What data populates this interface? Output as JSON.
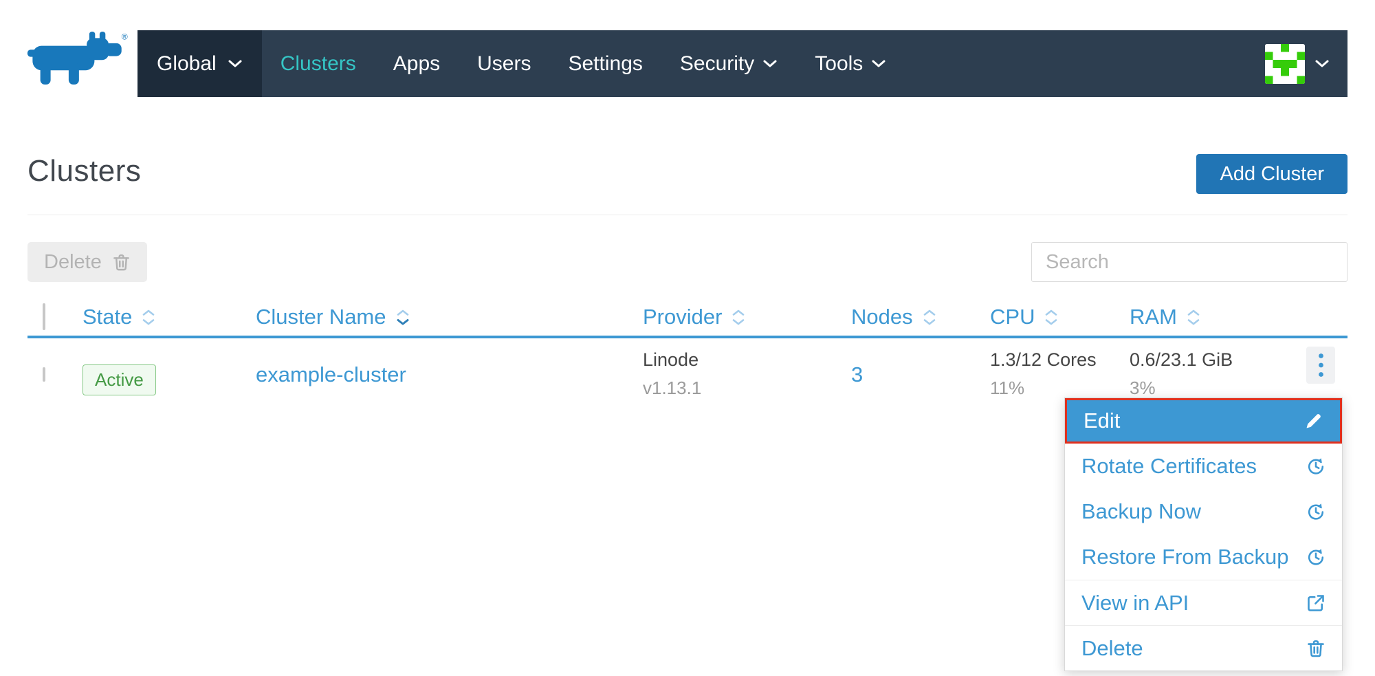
{
  "nav": {
    "global": {
      "label": "Global",
      "has_dropdown": true
    },
    "items": [
      {
        "label": "Clusters",
        "active": true,
        "has_dropdown": false
      },
      {
        "label": "Apps",
        "active": false,
        "has_dropdown": false
      },
      {
        "label": "Users",
        "active": false,
        "has_dropdown": false
      },
      {
        "label": "Settings",
        "active": false,
        "has_dropdown": false
      },
      {
        "label": "Security",
        "active": false,
        "has_dropdown": true
      },
      {
        "label": "Tools",
        "active": false,
        "has_dropdown": true
      }
    ],
    "logo_registered_mark": "®"
  },
  "page": {
    "title": "Clusters",
    "add_button_label": "Add Cluster"
  },
  "toolbar": {
    "delete_label": "Delete",
    "search_placeholder": "Search"
  },
  "table": {
    "columns": [
      {
        "label": "State",
        "sortable": true,
        "sorted": false
      },
      {
        "label": "Cluster Name",
        "sortable": true,
        "sorted": true
      },
      {
        "label": "Provider",
        "sortable": true,
        "sorted": false
      },
      {
        "label": "Nodes",
        "sortable": true,
        "sorted": false
      },
      {
        "label": "CPU",
        "sortable": true,
        "sorted": false
      },
      {
        "label": "RAM",
        "sortable": true,
        "sorted": false
      }
    ],
    "rows": [
      {
        "state": "Active",
        "name": "example-cluster",
        "provider": "Linode",
        "provider_version": "v1.13.1",
        "nodes": "3",
        "cpu": "1.3/12 Cores",
        "cpu_percent": "11%",
        "ram": "0.6/23.1 GiB",
        "ram_percent": "3%"
      }
    ]
  },
  "row_menu": {
    "items": [
      {
        "label": "Edit",
        "icon": "pencil-icon",
        "highlighted": true
      },
      {
        "label": "Rotate Certificates",
        "icon": "history-clock-icon",
        "highlighted": false
      },
      {
        "label": "Backup Now",
        "icon": "history-clock-icon",
        "highlighted": false
      },
      {
        "label": "Restore From Backup",
        "icon": "history-clock-icon",
        "highlighted": false
      },
      {
        "label": "View in API",
        "icon": "external-link-icon",
        "highlighted": false
      },
      {
        "label": "Delete",
        "icon": "trash-icon",
        "highlighted": false
      }
    ]
  },
  "annotation": {
    "type": "highlight-box",
    "target": "Edit",
    "color": "#e0301e"
  },
  "icons": {
    "nav_dropdown": "chevron-down",
    "sort": "double-caret-up-down",
    "toolbar_delete": "trash",
    "row_actions": "kebab-vertical-dots",
    "avatar": "green-identicon"
  },
  "colors": {
    "nav_background": "#2d3e50",
    "nav_global_background": "#1d2b3a",
    "nav_active_teal": "#35c5c5",
    "link_blue": "#3d98d3",
    "primary_button_blue": "#2175b5",
    "table_header_underline": "#3d98d3",
    "state_active_green": "#459a45",
    "state_active_background": "#f0faf0",
    "annotation_red": "#e0301e",
    "avatar_green": "#35cc0a",
    "logo_blue": "#1878bb"
  }
}
